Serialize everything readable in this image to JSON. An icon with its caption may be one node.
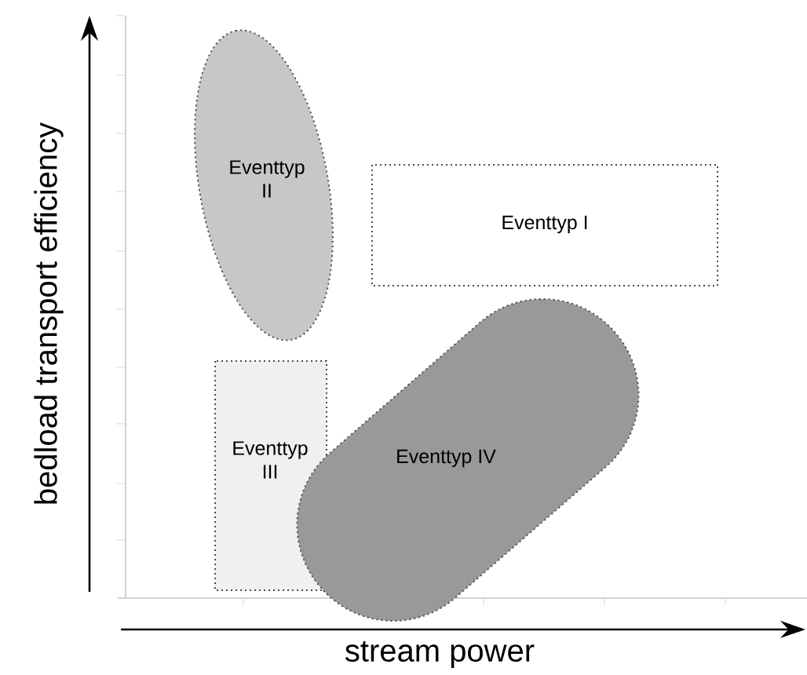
{
  "diagram": {
    "nodes": [
      {
        "text": [
          "Eventtyp II"
        ]
      },
      {
        "text": [
          "Eventtyp I"
        ]
      },
      {
        "text": [
          "Eventtyp III"
        ]
      },
      {
        "text": [
          "Eventtyp IV"
        ]
      }
    ],
    "labels": [
      "bedload transport efficiency",
      "stream power"
    ]
  }
}
